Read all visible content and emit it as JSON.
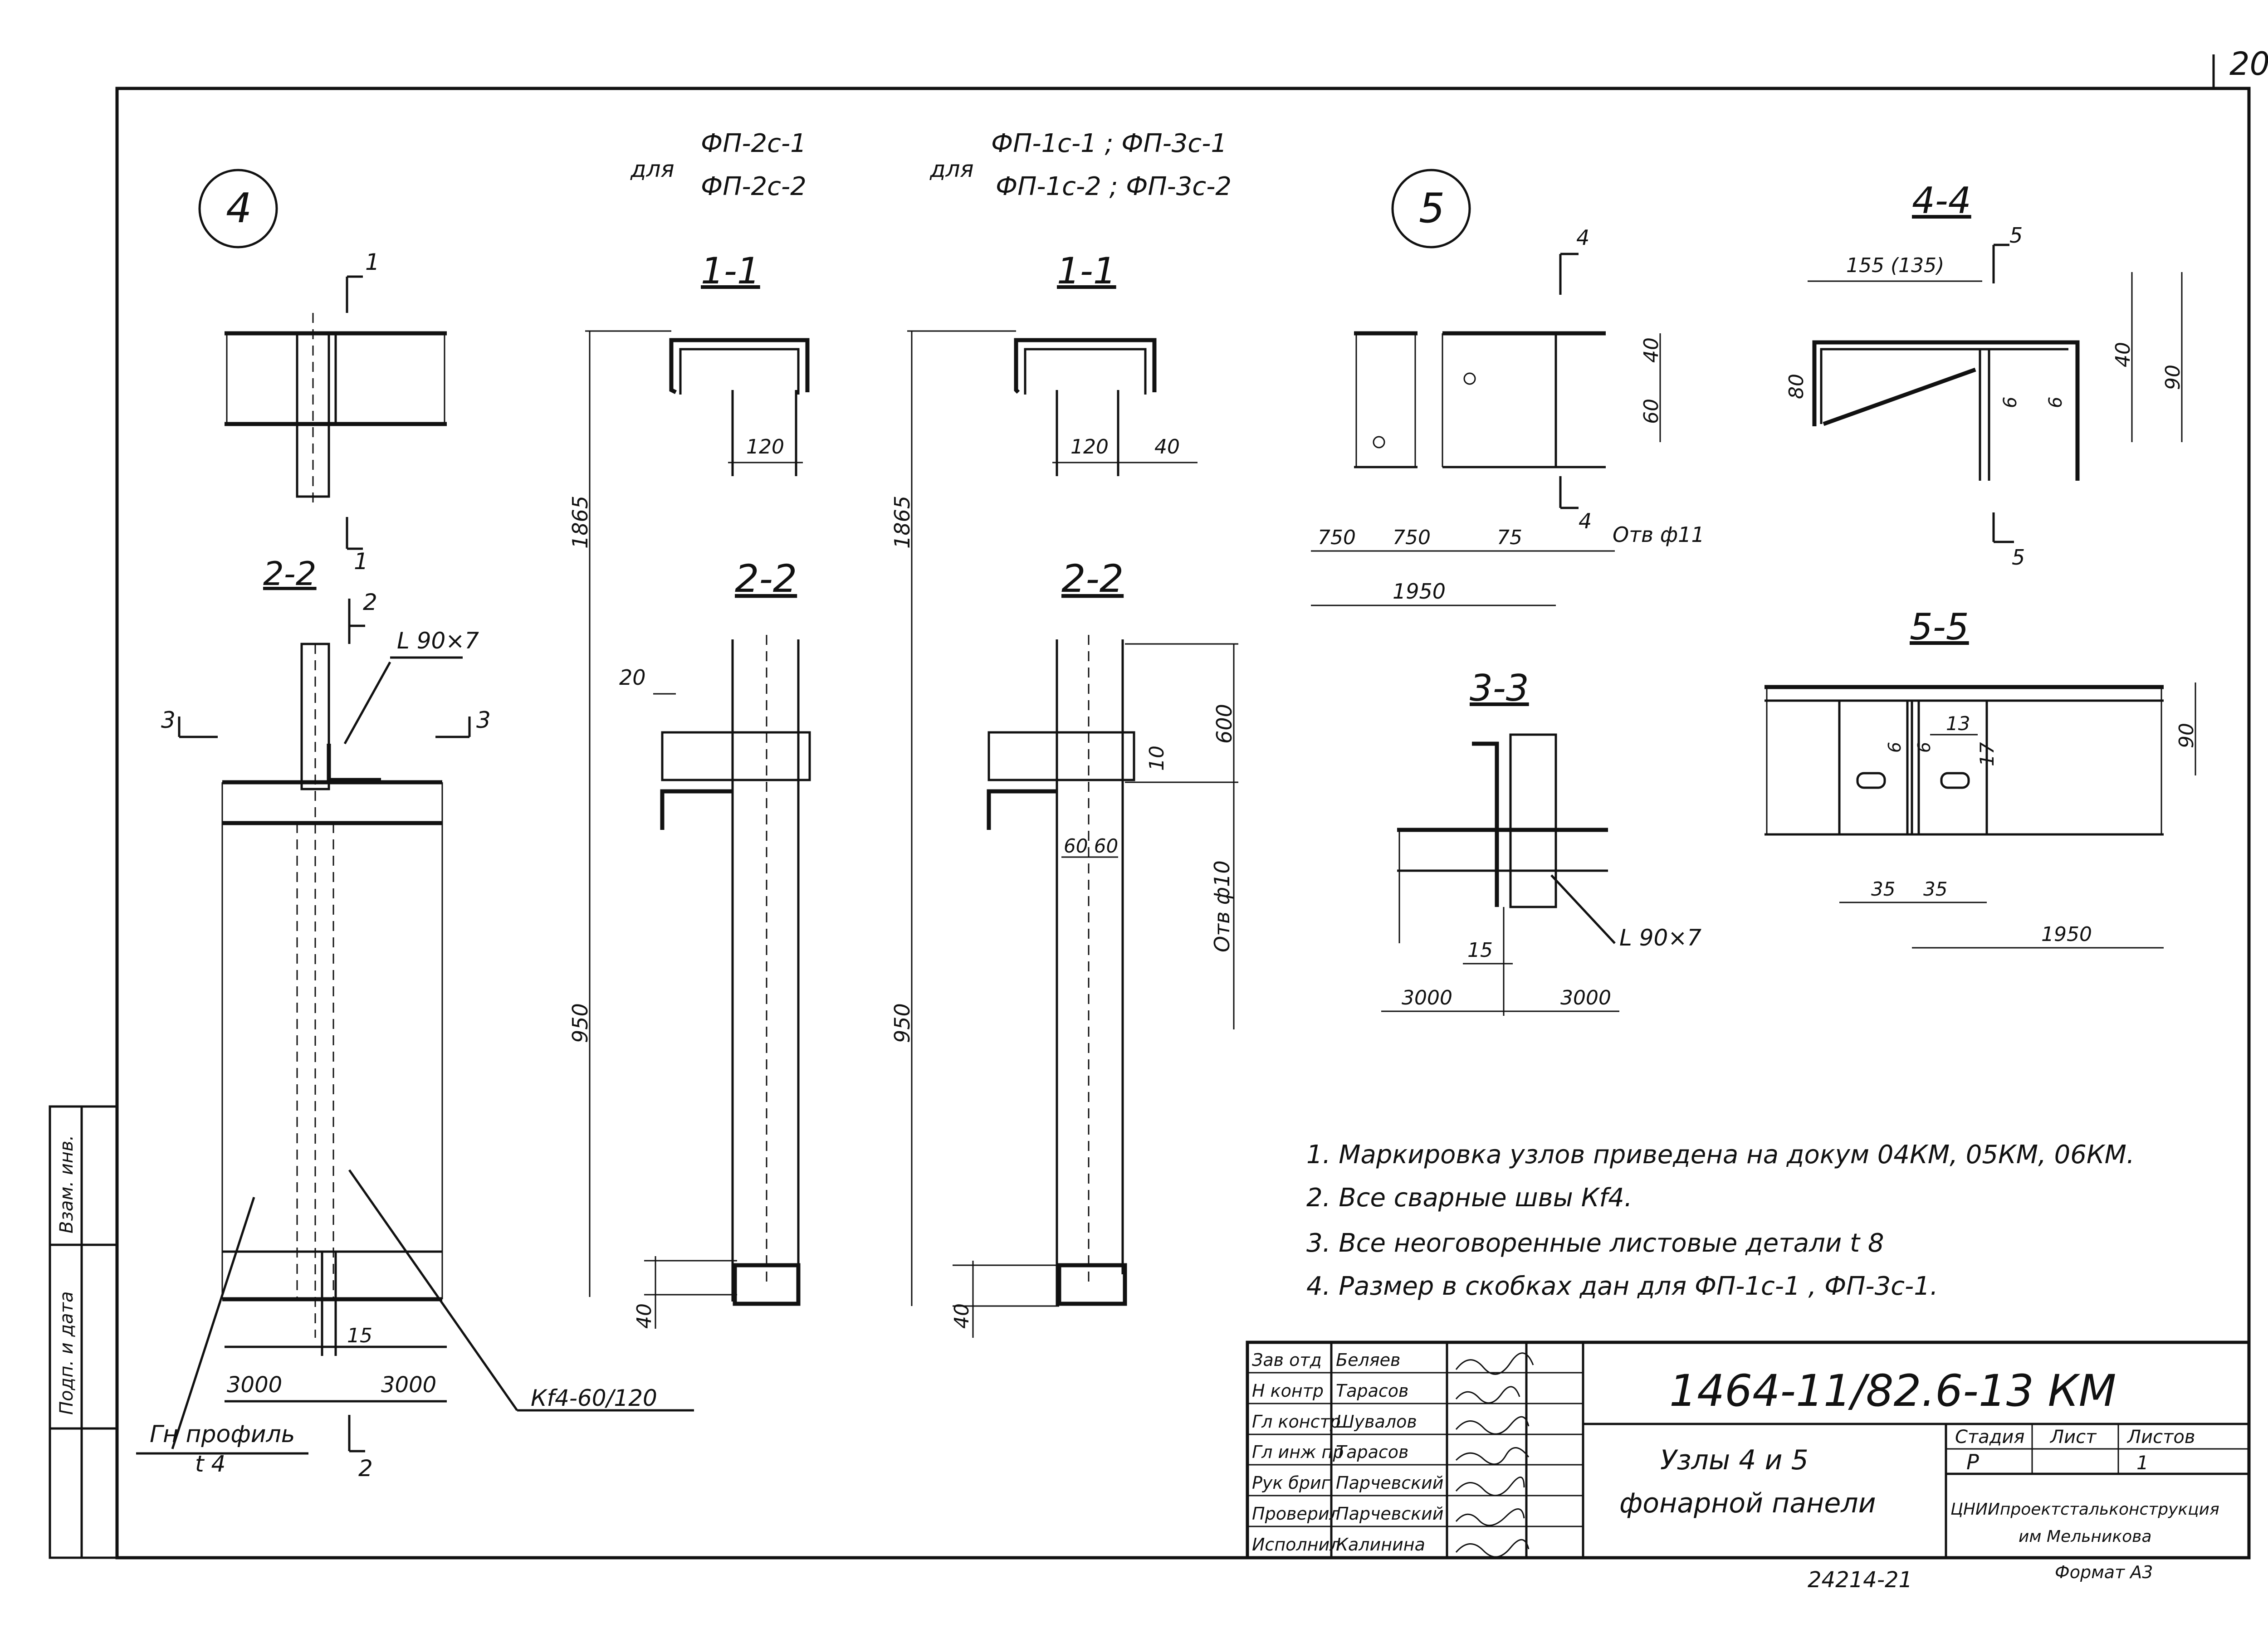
{
  "page_number": "20",
  "node4": {
    "callout": "4",
    "for_label_a": "для",
    "group_a_line1": "ФП-2с-1",
    "group_a_line2": "ФП-2с-2",
    "for_label_b": "для",
    "group_b_line1": "ФП-1с-1 ; ФП-3с-1",
    "group_b_line2": "ФП-1с-2 ; ФП-3с-2",
    "plan": {
      "cut_1": "1",
      "cut_2": "2",
      "cut_3": "3",
      "section_2_2": "2-2",
      "angle": "L 90×7",
      "dim_3000_left": "3000",
      "dim_3000_right": "3000",
      "dim_15": "15",
      "profile_line1": "Гн профиль",
      "profile_line2": "t 4",
      "weld": "Кf4-60/120"
    },
    "sec_a": {
      "title_1_1": "1-1",
      "title_2_2": "2-2",
      "dim_120": "120",
      "dim_1865": "1865",
      "dim_20": "20",
      "dim_950": "950",
      "dim_40": "40"
    },
    "sec_b": {
      "title_1_1": "1-1",
      "title_2_2": "2-2",
      "dim_120": "120",
      "dim_40_top": "40",
      "dim_1865": "1865",
      "dim_600": "600",
      "dim_10": "10",
      "dim_60_60": "60 60",
      "hole": "Отв ф10",
      "dim_950": "950",
      "dim_40": "40"
    }
  },
  "node5": {
    "callout": "5",
    "front": {
      "cut_4": "4",
      "dim_40": "40",
      "dim_60": "60",
      "dim_750a": "750",
      "dim_750b": "750",
      "dim_75": "75",
      "hole": "Отв ф11",
      "dim_1950": "1950"
    },
    "sec_4_4": {
      "title": "4-4",
      "cut_5": "5",
      "dim_155": "155 (135)",
      "dim_80": "80",
      "dim_40": "40",
      "dim_90": "90",
      "dim_6a": "6",
      "dim_6b": "6"
    },
    "sec_3_3": {
      "title": "3-3",
      "dim_15": "15",
      "angle": "L 90×7",
      "dim_3000a": "3000",
      "dim_3000b": "3000"
    },
    "sec_5_5": {
      "title": "5-5",
      "dim_13": "13",
      "dim_6a": "6",
      "dim_6b": "6",
      "dim_17": "17",
      "dim_90": "90",
      "dim_35a": "35",
      "dim_35b": "35",
      "dim_1950": "1950"
    }
  },
  "notes": [
    "1. Маркировка узлов приведена на докум 04КМ, 05КМ, 06КМ.",
    "2. Все сварные швы Кf4.",
    "3. Все неоговоренные листовые детали t 8",
    "4. Размер в скобках дан для ФП-1с-1 , ФП-3с-1."
  ],
  "side_stamp": {
    "cell1": "Взам. инв.",
    "cell2": "Подп. и дата"
  },
  "title_block": {
    "code": "1464-11/82.6-13 КМ",
    "rows": [
      {
        "role": "Зав отд",
        "name": "Беляев"
      },
      {
        "role": "Н контр",
        "name": "Тарасов"
      },
      {
        "role": "Гл констр",
        "name": "Шувалов"
      },
      {
        "role": "Гл инж пр",
        "name": "Тарасов"
      },
      {
        "role": "Рук бриг",
        "name": "Парчевский"
      },
      {
        "role": "Проверил",
        "name": "Парчевский"
      },
      {
        "role": "Исполнил",
        "name": "Калинина"
      }
    ],
    "drawing_title_line1": "Узлы 4 и 5",
    "drawing_title_line2": "фонарной панели",
    "stage_header": "Стадия",
    "sheet_header": "Лист",
    "sheets_header": "Листов",
    "stage_value": "Р",
    "sheets_value": "1",
    "org_line1": "ЦНИИпроектстальконструкция",
    "org_line2": "им Мельникова",
    "format": "Формат А3",
    "bottom_stamp": "24214-21"
  }
}
